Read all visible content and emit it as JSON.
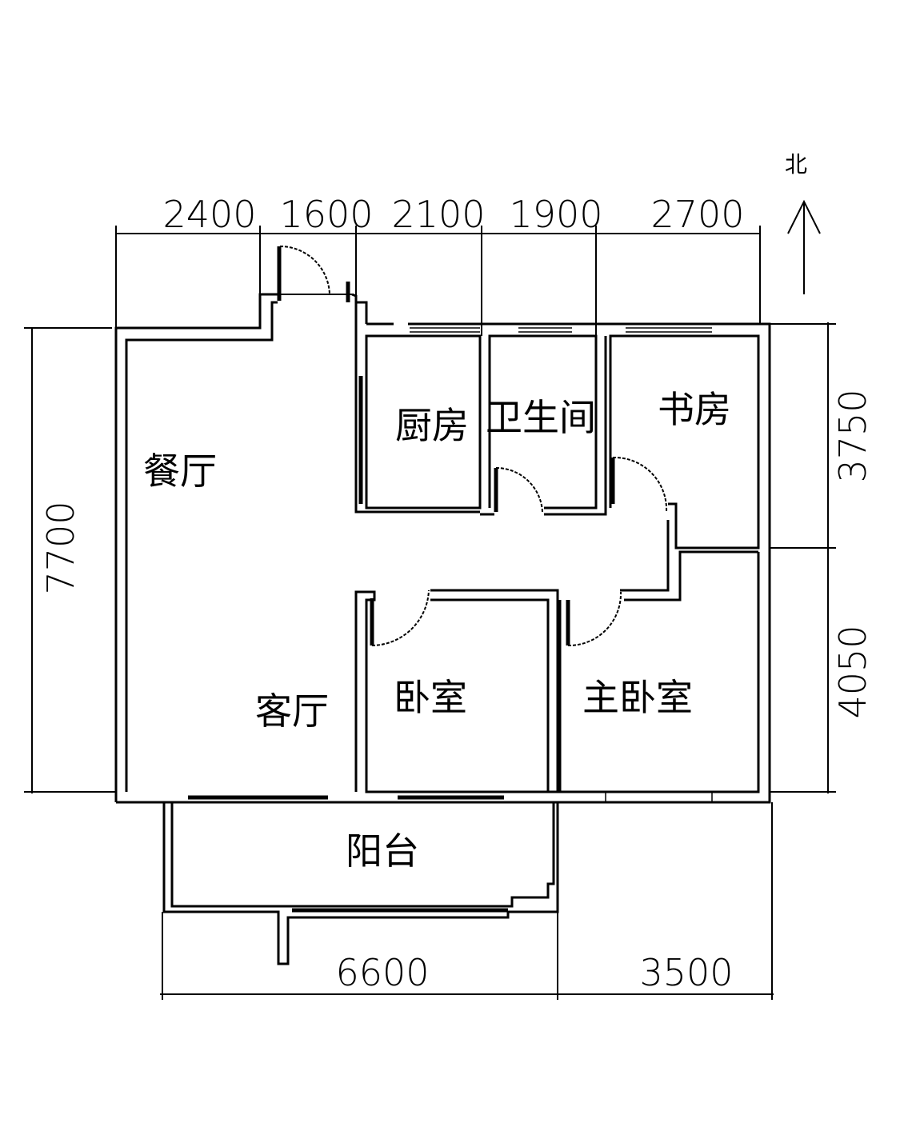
{
  "north_label": "北",
  "dimensions": {
    "top": [
      "2400",
      "1600",
      "2100",
      "1900",
      "2700"
    ],
    "left": "7700",
    "right": [
      "3750",
      "4050"
    ],
    "bottom": [
      "6600",
      "3500"
    ]
  },
  "rooms": {
    "dining": "餐厅",
    "kitchen": "厨房",
    "bathroom": "卫生间",
    "study": "书房",
    "living": "客厅",
    "bedroom": "卧室",
    "master_bedroom": "主卧室",
    "balcony": "阳台"
  }
}
